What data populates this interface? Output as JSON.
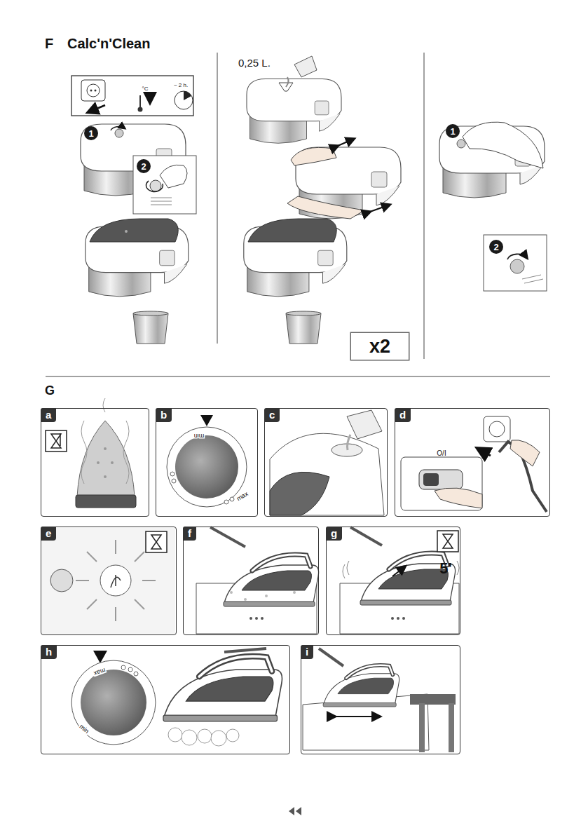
{
  "diagram": {
    "nodes": [
      {
        "text": [
          "1"
        ]
      },
      {
        "text": [
          "2"
        ]
      },
      {
        "text": [
          "x2"
        ]
      },
      {
        "text": [
          "1"
        ]
      },
      {
        "text": [
          "2"
        ]
      },
      {
        "text": [
          "a"
        ]
      },
      {
        "text": [
          "b"
        ]
      },
      {
        "text": [
          "c"
        ]
      },
      {
        "text": [
          "d"
        ]
      },
      {
        "text": [
          "e"
        ]
      },
      {
        "text": [
          "f"
        ]
      },
      {
        "text": [
          "g"
        ]
      },
      {
        "text": [
          "h"
        ]
      },
      {
        "text": [
          "i"
        ]
      }
    ],
    "labels": [
      "F",
      "Calc'n'Clean",
      "°C",
      "~ 2 h.",
      "0,25 L.",
      "G",
      "min",
      "max",
      "O/I",
      "5'",
      "max",
      "min"
    ]
  }
}
